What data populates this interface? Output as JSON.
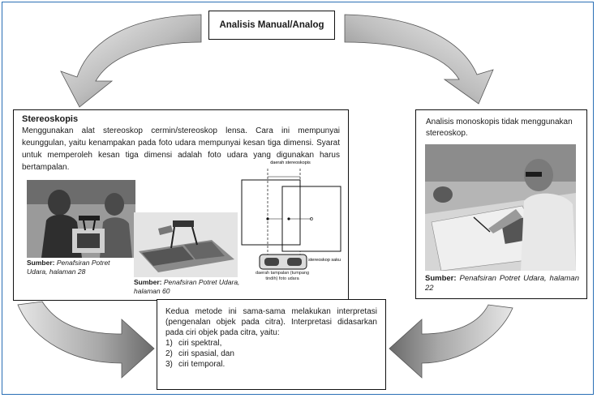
{
  "title": "Analisis Manual/Analog",
  "stereo": {
    "heading": "Stereoskopis",
    "description": "Menggunakan alat stereoskop cermin/stereoskop lensa. Cara ini mempunyai keunggulan, yaitu kenampakan pada foto udara mempunyai kesan tiga dimensi. Syarat untuk memperoleh kesan tiga dimensi adalah foto udara yang digunakan harus bertampalan.",
    "source1_label": "Sumber:",
    "source1_text": "Penafsiran Potret Udara, halaman 28",
    "source2_label": "Sumber:",
    "source2_text": "Penafsiran Potret Udara, halaman 60",
    "diagram": {
      "area_label": "daerah stereoskopis",
      "overlap_label": "daerah tampalan (tumpang tindih) foto udara",
      "pocket_label": "stereoskop saku"
    }
  },
  "mono": {
    "description": "Analisis monoskopis tidak menggunakan stereoskop.",
    "source_label": "Sumber:",
    "source_text": "Penafsiran Potret Udara, halaman 22"
  },
  "summary": {
    "intro": "Kedua metode ini sama-sama melakukan interpretasi (pengenalan objek pada citra). Interpretasi didasarkan pada ciri objek pada citra, yaitu:",
    "items": [
      {
        "num": "1)",
        "text": "ciri spektral,"
      },
      {
        "num": "2)",
        "text": "ciri spasial, dan"
      },
      {
        "num": "3)",
        "text": "ciri temporal."
      }
    ]
  },
  "colors": {
    "frame": "#2a6fb5",
    "arrow_light": "#d9d9d9",
    "arrow_dark": "#7a7a7a"
  }
}
